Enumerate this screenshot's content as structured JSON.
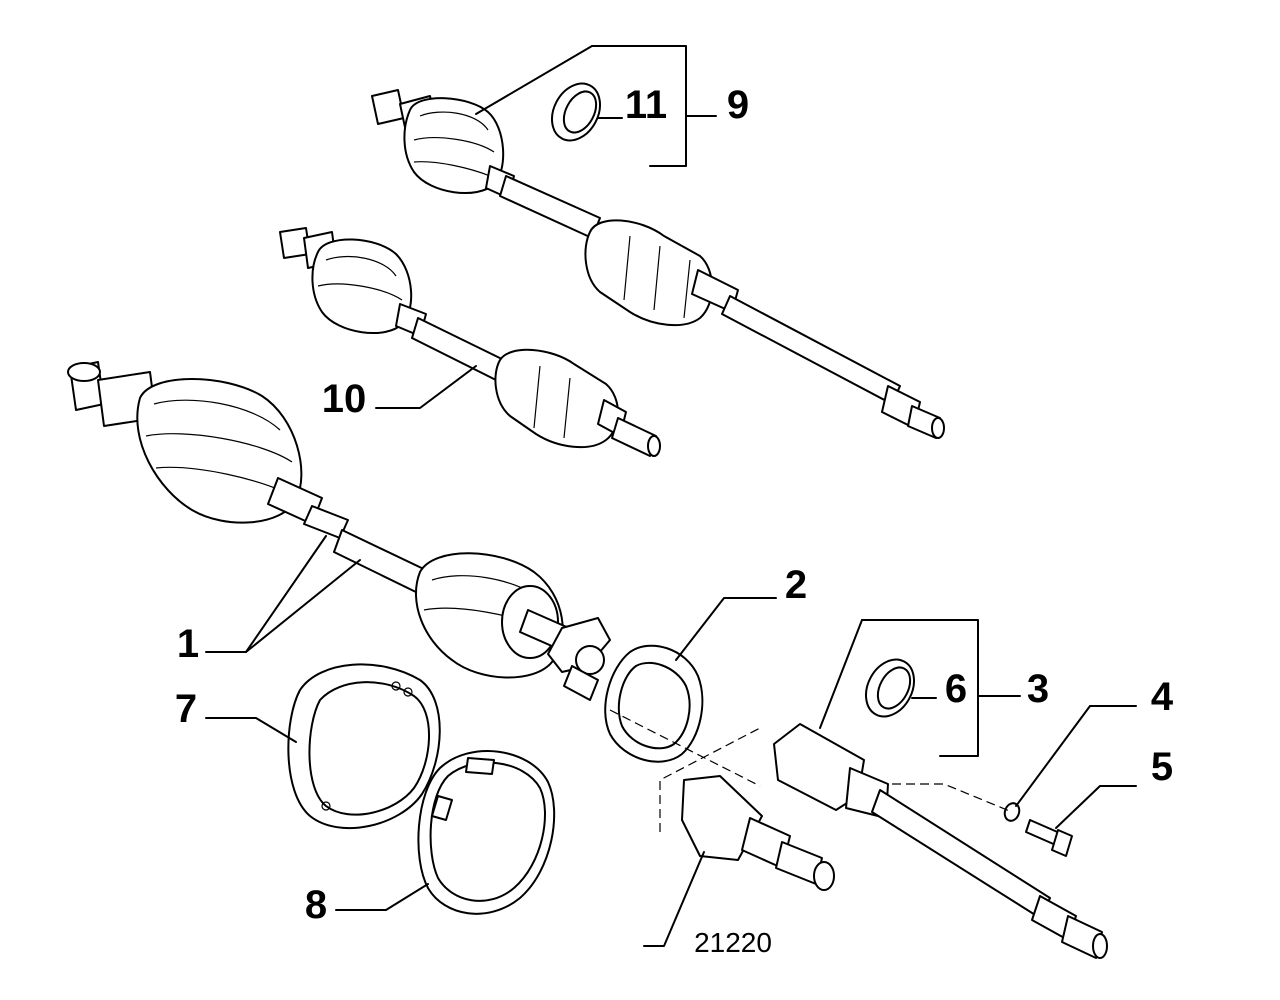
{
  "callouts": {
    "c1": "1",
    "c2": "2",
    "c3": "3",
    "c4": "4",
    "c5": "5",
    "c6": "6",
    "c7": "7",
    "c8": "8",
    "c9": "9",
    "c10": "10",
    "c11": "11",
    "ref": "21220"
  }
}
